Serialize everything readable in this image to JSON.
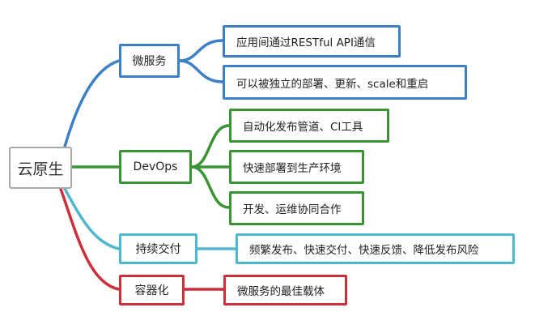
{
  "diagram": {
    "root": {
      "label": "云原生"
    },
    "colors": {
      "blue": "#3d80c6",
      "green": "#3b9433",
      "cyan": "#4fb8cc",
      "red": "#cc2f3a",
      "root_border": "#a8a8a8"
    },
    "branches": [
      {
        "label": "微服务",
        "color": "blue",
        "leaves": [
          "应用间通过RESTful API通信",
          "可以被独立的部署、更新、scale和重启"
        ]
      },
      {
        "label": "DevOps",
        "color": "green",
        "leaves": [
          "自动化发布管道、CI工具",
          "快速部署到生产环境",
          "开发、运维协同合作"
        ]
      },
      {
        "label": "持续交付",
        "color": "cyan",
        "leaves": [
          "频繁发布、快速交付、快速反馈、降低发布风险"
        ]
      },
      {
        "label": "容器化",
        "color": "red",
        "leaves": [
          "微服务的最佳载体"
        ]
      }
    ]
  }
}
